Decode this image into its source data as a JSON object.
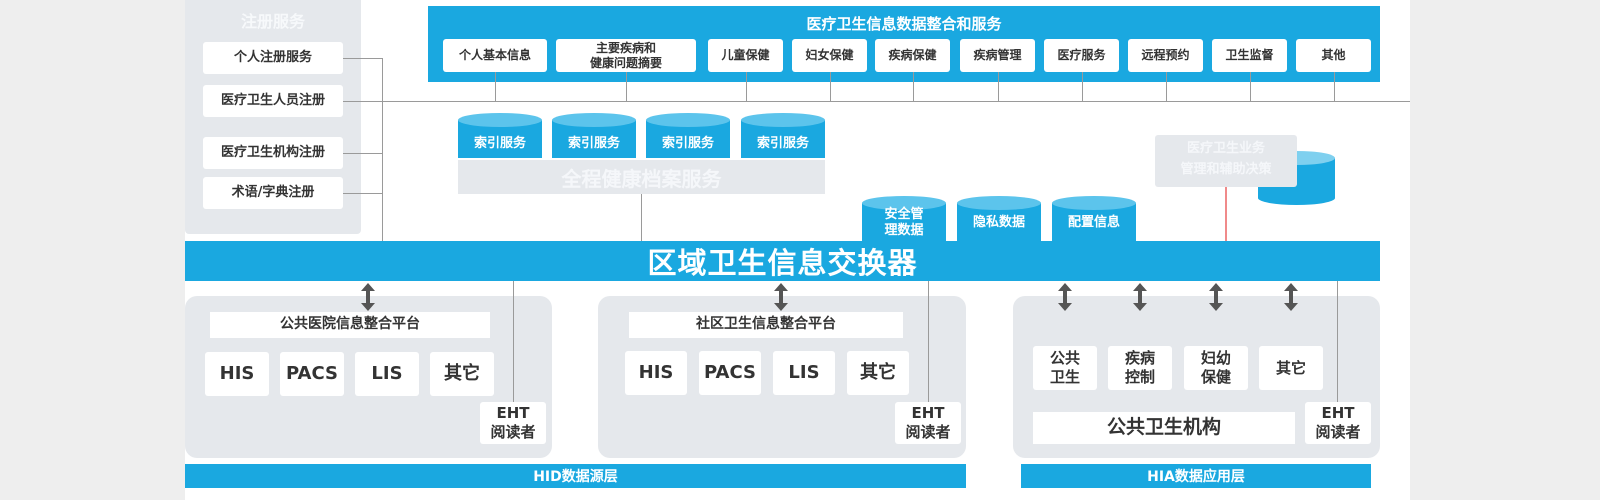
{
  "colors": {
    "primary_blue": "#1aa8e0",
    "panel_gray": "#e5e8ec",
    "faded_text": "#f5f7fa"
  },
  "registry": {
    "title": "注册服务",
    "items": [
      "个人注册服务",
      "医疗卫生人员注册",
      "医疗卫生机构注册",
      "术语/字典注册"
    ]
  },
  "integration": {
    "title": "医疗卫生信息数据整合和服务",
    "items": [
      "个人基本信息",
      "主要疾病和\n健康问题摘要",
      "儿童保健",
      "妇女保健",
      "疾病保健",
      "疾病管理",
      "医疗服务",
      "远程预约",
      "卫生监督",
      "其他"
    ]
  },
  "index_service": {
    "label": "索引服务",
    "count": 4,
    "footer": "全程健康档案服务"
  },
  "data_stores": [
    "安全管\n理数据",
    "隐私数据",
    "配置信息"
  ],
  "decision_support": {
    "label": "医疗卫生业务\n管理和辅助决策"
  },
  "exchange": {
    "title": "区域卫生信息交换器"
  },
  "hospital": {
    "title": "公共医院信息整合平台",
    "systems": [
      "HIS",
      "PACS",
      "LIS",
      "其它"
    ],
    "reader": "EHT\n阅读者"
  },
  "community": {
    "title": "社区卫生信息整合平台",
    "systems": [
      "HIS",
      "PACS",
      "LIS",
      "其它"
    ],
    "reader": "EHT\n阅读者"
  },
  "public_health": {
    "items": [
      "公共\n卫生",
      "疾病\n控制",
      "妇幼\n保健",
      "其它"
    ],
    "title": "公共卫生机构",
    "reader": "EHT\n阅读者"
  },
  "bottom": {
    "left_label": "HID数据源层",
    "right_label": "HIA数据应用层"
  }
}
